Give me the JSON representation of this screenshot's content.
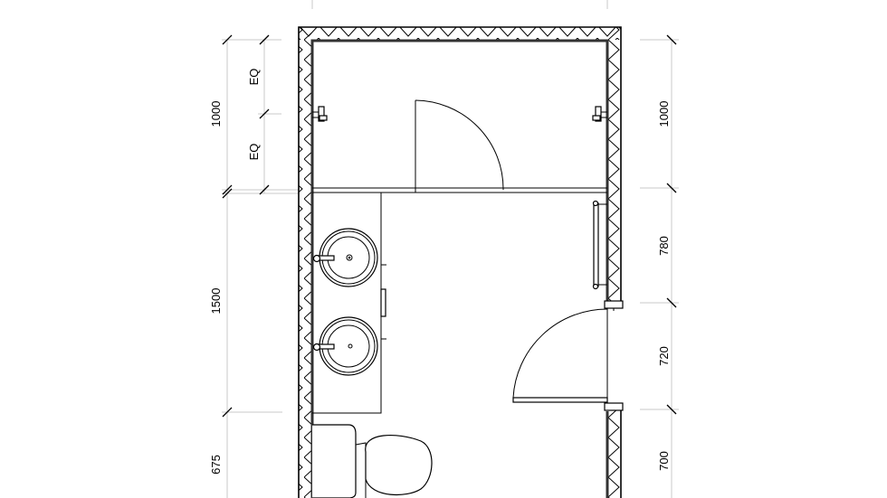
{
  "drawing": {
    "type": "bathroom floor plan",
    "line_color": "#000000",
    "dimension_line_color": "#c8c8c8"
  },
  "dimensions": {
    "left": [
      {
        "id": "left-1000",
        "label": "1000"
      },
      {
        "id": "left-eq-top",
        "label": "EQ"
      },
      {
        "id": "left-eq-bottom",
        "label": "EQ"
      },
      {
        "id": "left-1500",
        "label": "1500"
      },
      {
        "id": "left-675",
        "label": "675"
      }
    ],
    "right": [
      {
        "id": "right-1000",
        "label": "1000"
      },
      {
        "id": "right-780",
        "label": "780"
      },
      {
        "id": "right-720",
        "label": "720"
      },
      {
        "id": "right-700",
        "label": "700"
      }
    ]
  },
  "fixtures": {
    "sinks": [
      {
        "id": "sink-upper"
      },
      {
        "id": "sink-lower"
      }
    ],
    "toilet": {
      "id": "toilet"
    },
    "doors": [
      {
        "id": "shower-door"
      },
      {
        "id": "entrance-door"
      }
    ],
    "towel_rail": {
      "id": "towel-rail"
    },
    "shower_valves": [
      {
        "id": "shower-valve-left"
      },
      {
        "id": "shower-valve-right"
      }
    ]
  }
}
